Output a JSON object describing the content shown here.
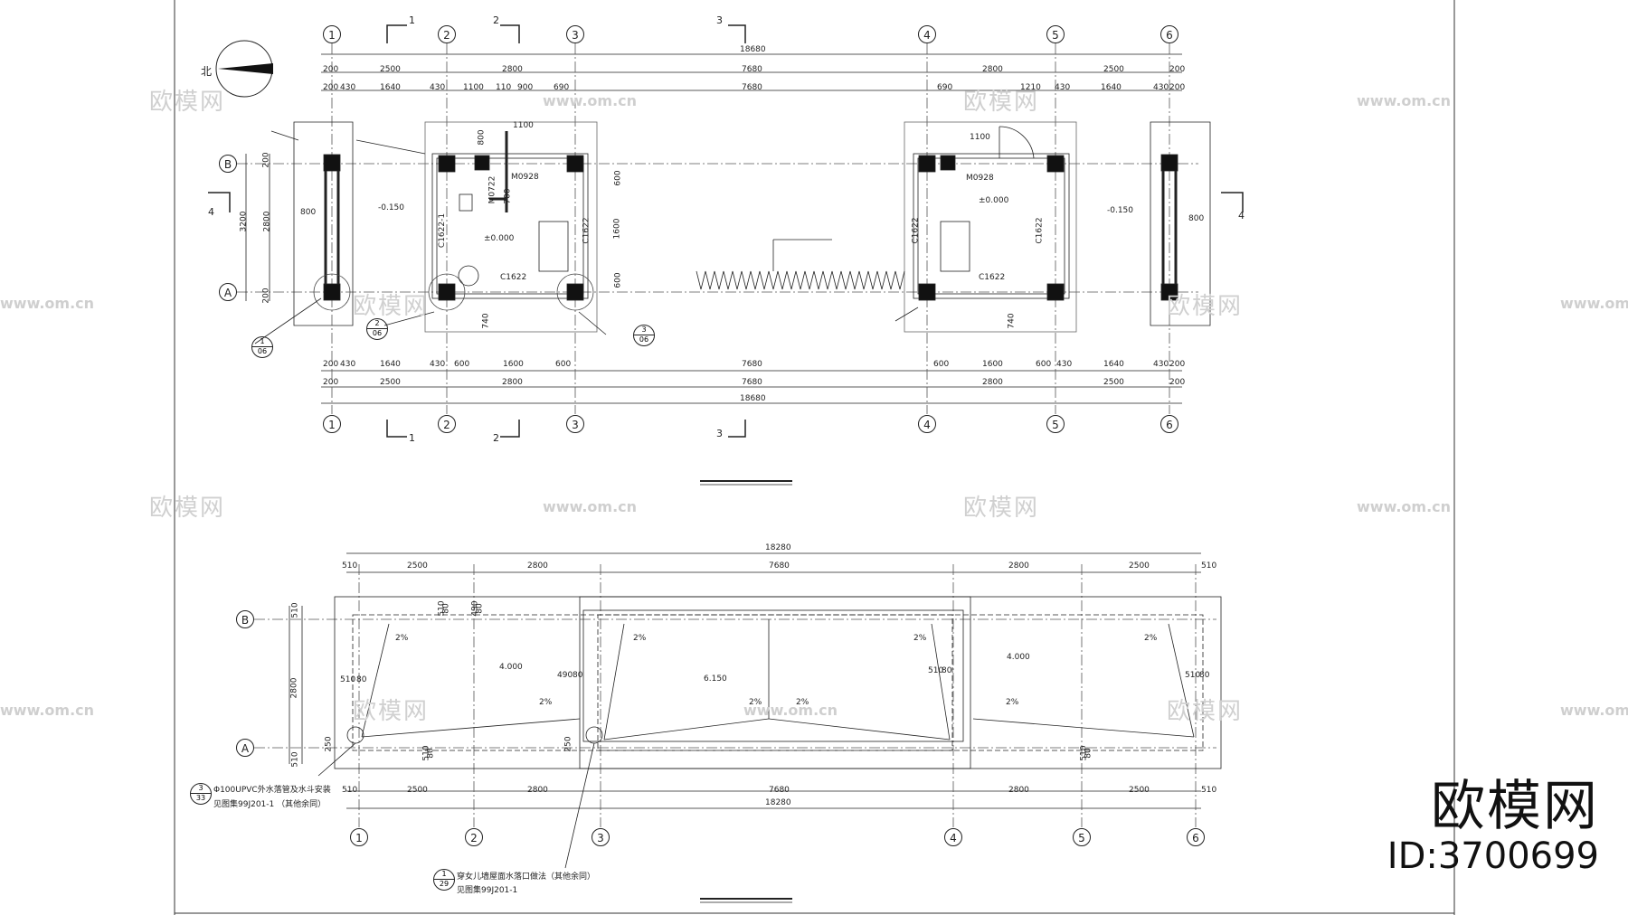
{
  "sheet": {
    "watermark_url": "www.om.cn",
    "watermark_cn": "欧模网",
    "brand_logo": "欧模网",
    "brand_id": "ID:3700699",
    "north_label": "北"
  },
  "plan": {
    "total": "18680",
    "axes_cols": [
      "1",
      "2",
      "3",
      "4",
      "5",
      "6"
    ],
    "axes_rows": [
      "A",
      "B"
    ],
    "dim_top_main": [
      "200",
      "2500",
      "2800",
      "7680",
      "2800",
      "2500",
      "200"
    ],
    "dim_top_detail_left": [
      "200",
      "430",
      "1640",
      "430",
      "1100",
      "110",
      "900",
      "690"
    ],
    "dim_top_detail_mid": "7680",
    "dim_top_detail_right": [
      "690",
      "1210",
      "430",
      "1640",
      "430",
      "200"
    ],
    "dim_bottom_detail_left": [
      "200",
      "430",
      "1640",
      "430",
      "600",
      "1600",
      "600"
    ],
    "dim_bottom_detail_mid": "7680",
    "dim_bottom_detail_right": [
      "600",
      "1600",
      "600",
      "430",
      "1640",
      "430",
      "200"
    ],
    "dim_left_vert": [
      "3200",
      "2800",
      "200",
      "200"
    ],
    "dim_left_small": [
      "800"
    ],
    "dim_right_small": [
      "800"
    ],
    "section_marks": [
      "1",
      "2",
      "3",
      "4"
    ],
    "labels": {
      "door_left": "M0928",
      "door_left2": "M0722",
      "door_right": "M0928",
      "win_left": "C1622",
      "win_left_v": "C1622",
      "win_left_v2": "C1622-1",
      "win_right": "C1622",
      "win_right_v": "C1622",
      "win_right_v2": "C1622",
      "elev_left": "±0.000",
      "elev_right": "±0.000",
      "elev_out_left": "-0.150",
      "elev_out_right": "-0.150",
      "dim_1100_left": "1100",
      "dim_1100_right": "1100",
      "dim_800": "800",
      "dim_740_left": "740",
      "dim_740_right": "740",
      "dim_600a": "600",
      "dim_1600a": "1600",
      "dim_600b": "600",
      "dim_700": "700",
      "detail_1_06_num": "1",
      "detail_1_06_den": "06",
      "detail_2_06_num": "2",
      "detail_2_06_den": "06",
      "detail_3_06_num": "3",
      "detail_3_06_den": "06"
    }
  },
  "roof": {
    "total": "18280",
    "dim_top": [
      "510",
      "2500",
      "2800",
      "7680",
      "2800",
      "2500",
      "510"
    ],
    "dim_bottom": [
      "510",
      "2500",
      "2800",
      "7680",
      "2800",
      "2500",
      "510"
    ],
    "dim_left": [
      "510",
      "2800",
      "510"
    ],
    "elev_left": "4.000",
    "elev_mid": "6.150",
    "elev_right": "4.000",
    "slope": "2%",
    "small_dims": [
      "80",
      "510",
      "80",
      "490",
      "510",
      "80",
      "490",
      "80",
      "510",
      "80",
      "510",
      "80",
      "250",
      "250",
      "510",
      "80",
      "510",
      "80"
    ],
    "note_left_1": "Φ100UPVC外水落管及水斗安装",
    "note_left_2": "见图集99J201-1 （其他余同）",
    "note_left_num": "3",
    "note_left_den": "33",
    "note_mid_1": "穿女儿墙屋面水落口做法（其他余同）",
    "note_mid_2": "见图集99J201-1",
    "note_mid_num": "1",
    "note_mid_den": "29"
  }
}
